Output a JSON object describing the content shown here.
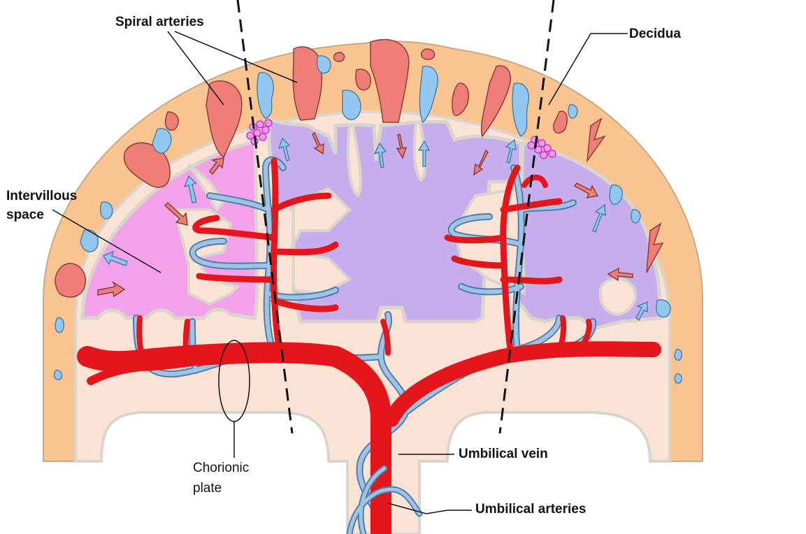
{
  "labels": {
    "spiral_arteries": "Spiral arteries",
    "decidua": "Decidua",
    "intervillous_line1": "Intervillous",
    "intervillous_line2": "space",
    "chorionic_line1": "Chorionic",
    "chorionic_line2": "plate",
    "umbilical_vein": "Umbilical vein",
    "umbilical_arteries": "Umbilical arteries"
  },
  "colors": {
    "decidua": "#f9c48f",
    "chorion_tissue": "#fae3d5",
    "tissue_outline": "#d9d4cc",
    "maternal_artery": "#ee7e77",
    "maternal_vein": "#92c7f2",
    "fetal_artery": "#e4161c",
    "fetal_vein": "#9ec3e5",
    "intervillous_pink": "#f3a2ea",
    "intervillous_lavender": "#c6aeec",
    "cell_cluster": "#e05ee0"
  }
}
